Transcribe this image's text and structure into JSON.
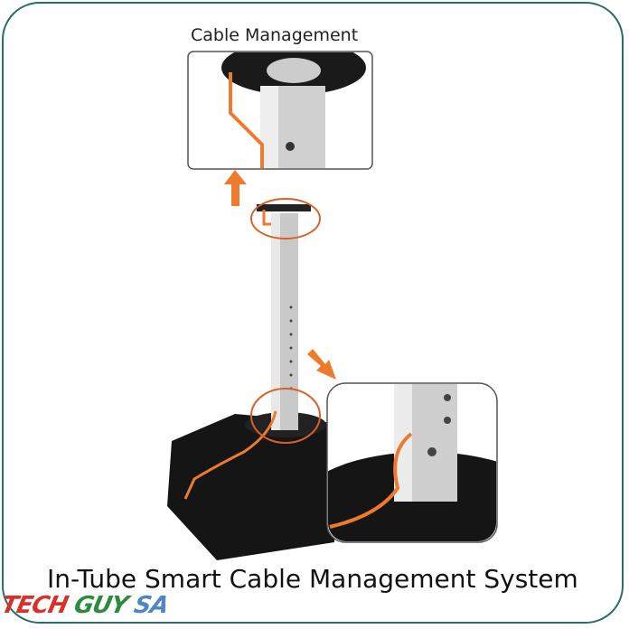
{
  "inset_top_title": "Cable Management",
  "caption": "In-Tube Smart Cable Management System",
  "logo": {
    "part1": "TECH ",
    "part2": "GUY ",
    "part3": "SA"
  },
  "colors": {
    "accent": "#ee7a2e",
    "border": "#2a6b6b"
  }
}
